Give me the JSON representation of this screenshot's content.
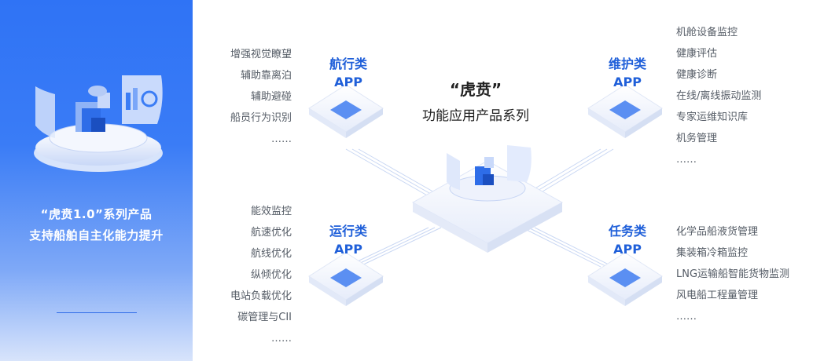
{
  "left_panel": {
    "title_line1": "“虎贲1.0”系列产品",
    "title_line2": "支持船舶自主化能力提升"
  },
  "center": {
    "title": "“虎贲”",
    "subtitle": "功能应用产品系列"
  },
  "categories": {
    "navigation": {
      "name": "航行类",
      "suffix": "APP",
      "items": [
        "增强视觉瞭望",
        "辅助靠离泊",
        "辅助避碰",
        "船员行为识别",
        "……"
      ]
    },
    "maintenance": {
      "name": "维护类",
      "suffix": "APP",
      "items": [
        "机舱设备监控",
        "健康评估",
        "健康诊断",
        "在线/离线振动监测",
        "专家运维知识库",
        "机务管理",
        "……"
      ]
    },
    "operation": {
      "name": "运行类",
      "suffix": "APP",
      "items": [
        "能效监控",
        "航速优化",
        "航线优化",
        "纵倾优化",
        "电站负载优化",
        "碳管理与CII",
        "……"
      ]
    },
    "mission": {
      "name": "任务类",
      "suffix": "APP",
      "items": [
        "化学品船液货管理",
        "集装箱冷箱监控",
        "LNG运输船智能货物监测",
        "风电船工程量管理",
        "……"
      ]
    }
  },
  "colors": {
    "accent": "#1f5fd9",
    "panel_top": "#2f73f5",
    "text": "#555c66"
  }
}
